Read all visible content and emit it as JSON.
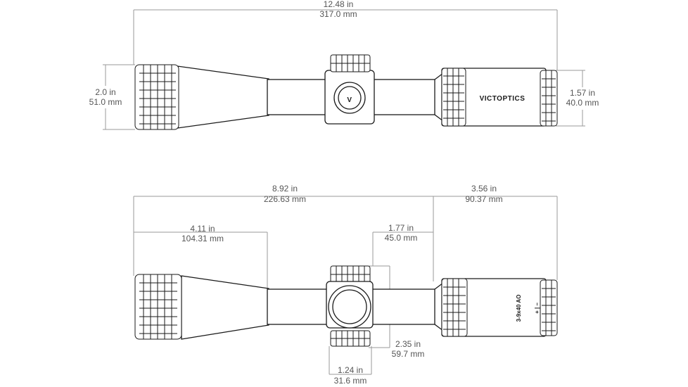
{
  "top_view": {
    "overall_length": {
      "in": "12.48 in",
      "mm": "317.0 mm"
    },
    "objective_diameter": {
      "in": "2.0 in",
      "mm": "51.0 mm"
    },
    "eyepiece_diameter": {
      "in": "1.57 in",
      "mm": "40.0 mm"
    },
    "brand_label": "VICTOPTICS",
    "logo_letter": "V"
  },
  "side_view": {
    "front_to_turret": {
      "in": "8.92 in",
      "mm": "226.63 mm"
    },
    "turret_to_rear": {
      "in": "3.56 in",
      "mm": "90.37 mm"
    },
    "objective_length": {
      "in": "4.11 in",
      "mm": "104.31 mm"
    },
    "turret_offset": {
      "in": "1.77 in",
      "mm": "45.0 mm"
    },
    "turret_height": {
      "in": "2.35 in",
      "mm": "59.7 mm"
    },
    "turret_width": {
      "in": "1.24 in",
      "mm": "31.6 mm"
    },
    "model_label": "3-9x40 AO",
    "diopter_marks": "+ | –"
  },
  "colors": {
    "outline": "#1a1a1a",
    "dimension": "#9a9a9a",
    "text": "#555555"
  }
}
